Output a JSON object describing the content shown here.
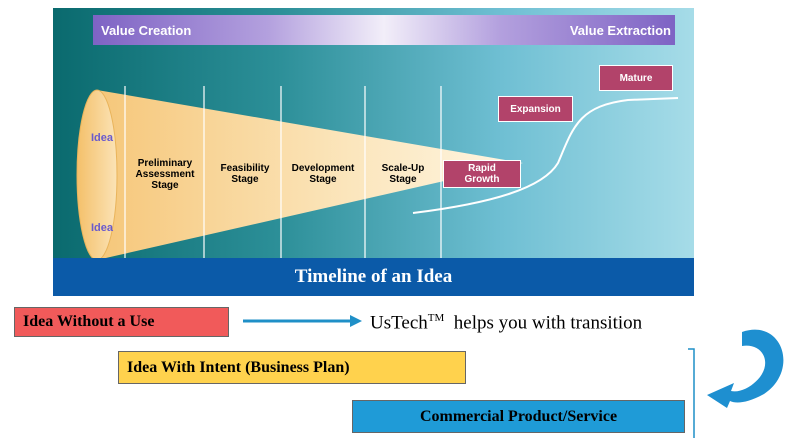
{
  "value_bar": {
    "left": "Value Creation",
    "right": "Value Extraction"
  },
  "idea_labels": [
    "Idea",
    "Idea"
  ],
  "stages": [
    "Preliminary Assessment Stage",
    "Feasibility Stage",
    "Development Stage",
    "Scale-Up Stage"
  ],
  "growth_phases": [
    "Rapid Growth",
    "Expansion",
    "Mature"
  ],
  "timeline_title": "Timeline of an Idea",
  "bottom": {
    "idea_without_use": "Idea Without a Use",
    "ustech_brand": "UsTech",
    "ustech_tm": "TM",
    "ustech_text": "helps you with transition",
    "idea_with_intent": "Idea With Intent (Business Plan)",
    "commercial_product": "Commercial Product/Service"
  },
  "colors": {
    "red_box": "#f15a5a",
    "yellow_box": "#ffd24d",
    "blue_box": "#1f9bd7",
    "timeline_bar": "#0b5aa8",
    "phase_box": "#b2436a",
    "arrow": "#1f8fc7"
  }
}
